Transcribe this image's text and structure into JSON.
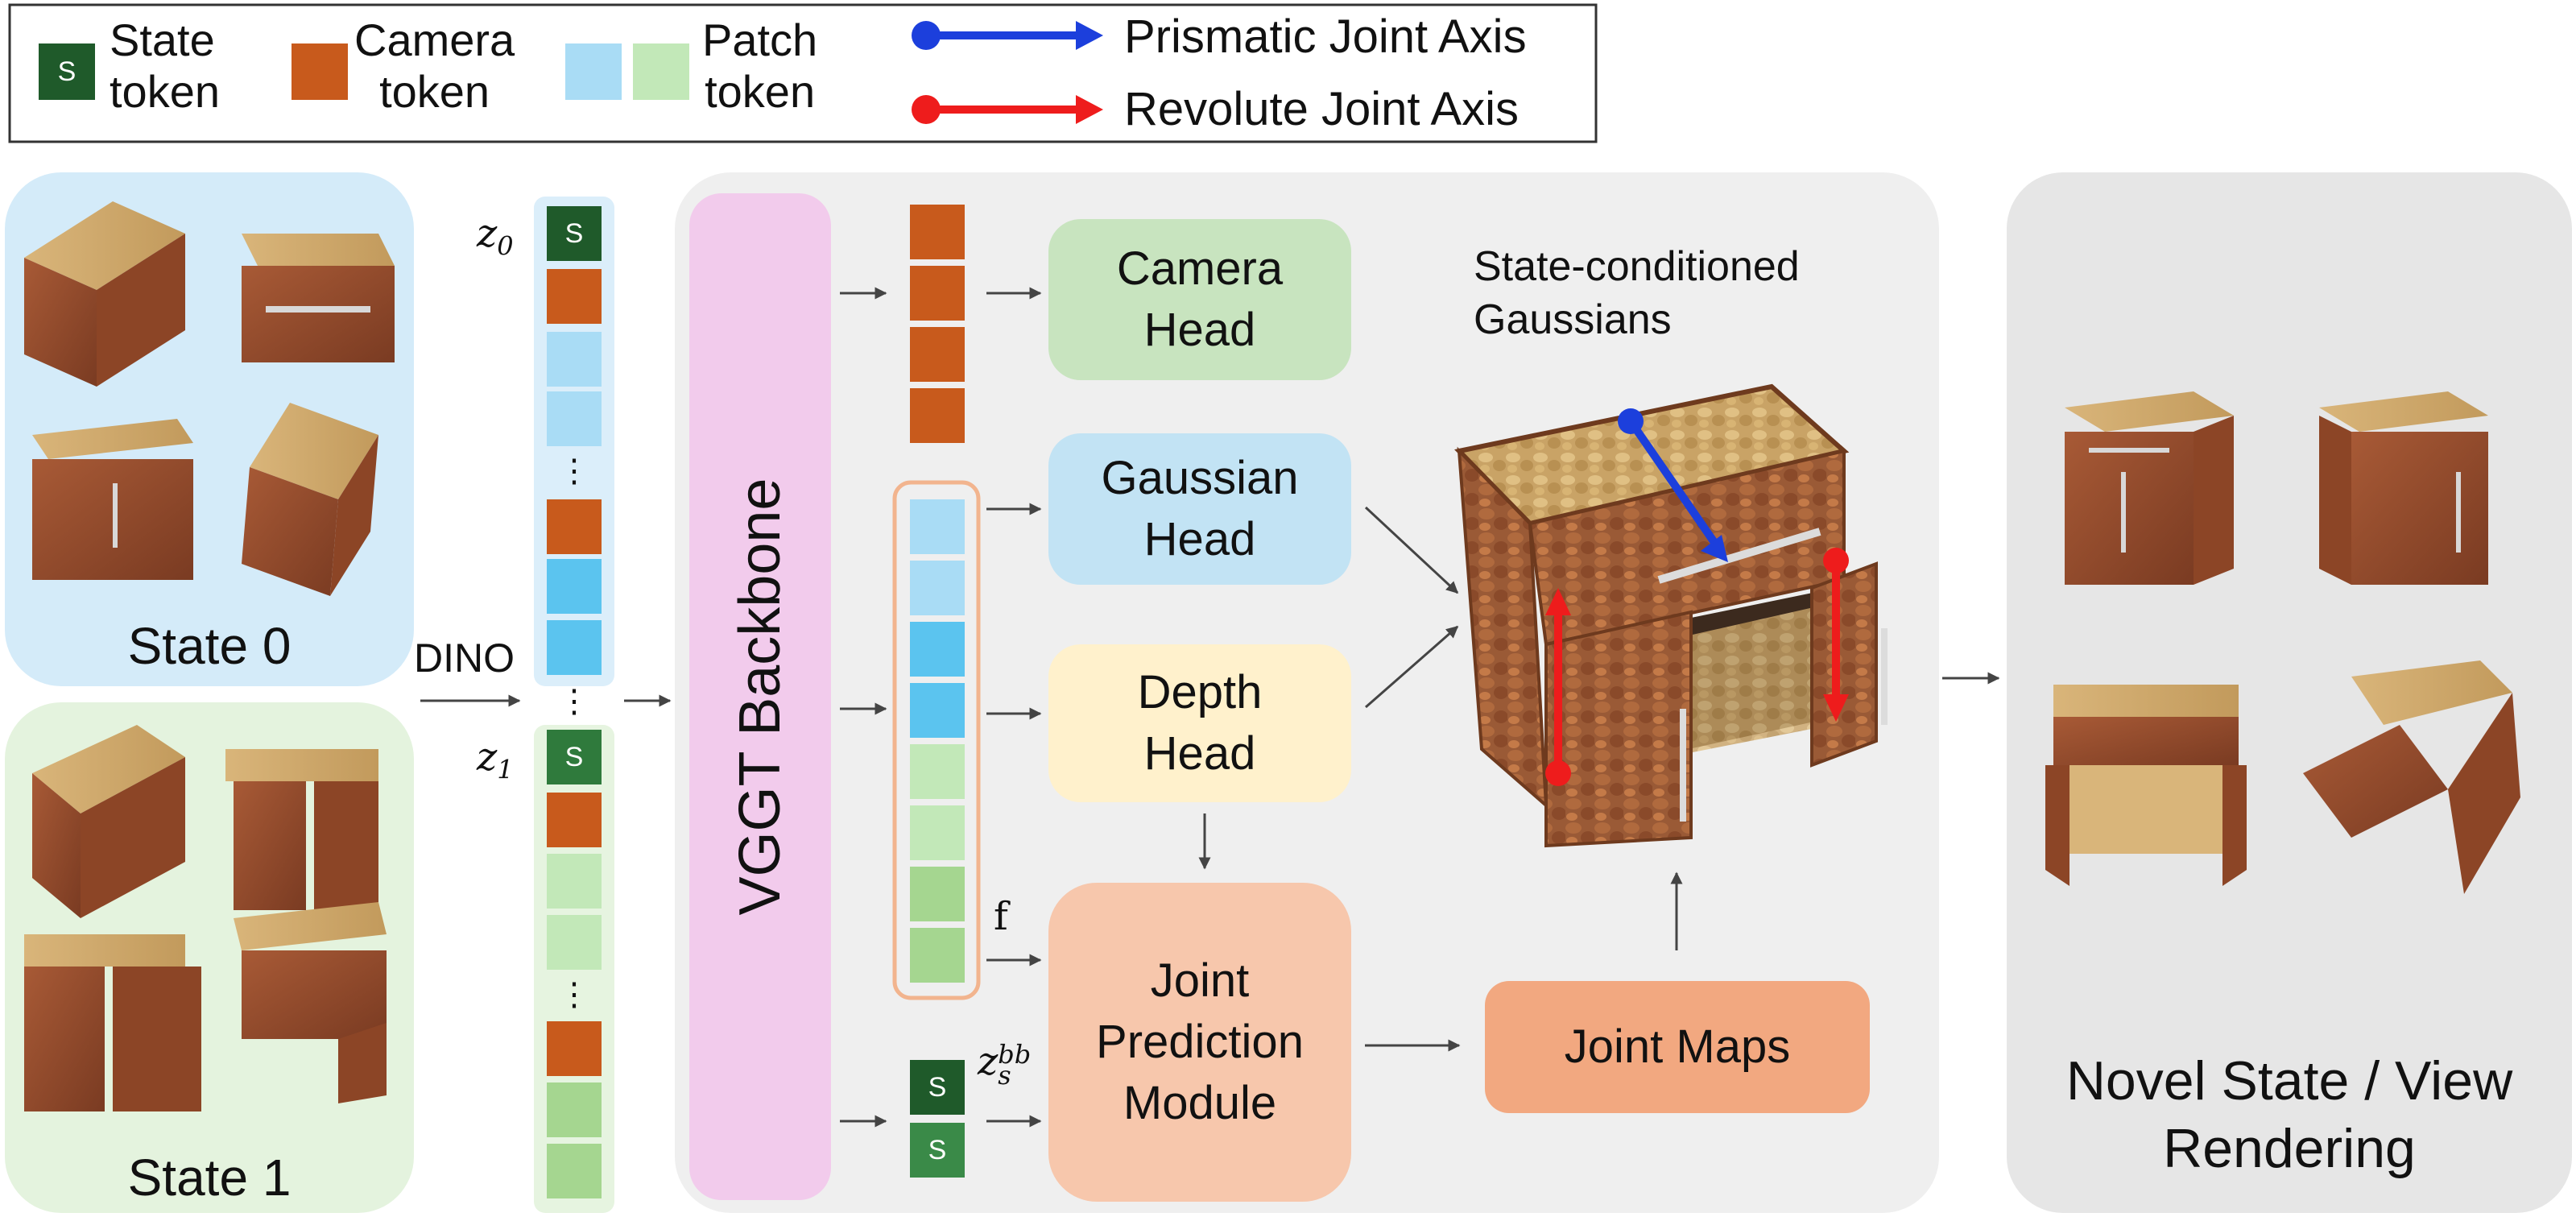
{
  "legend": {
    "state_token_glyph": "S",
    "state_token_label": [
      "State",
      "token"
    ],
    "camera_token_label": [
      "Camera",
      "token"
    ],
    "patch_token_label": [
      "Patch",
      "token"
    ],
    "prismatic_axis_label": "Prismatic Joint Axis",
    "revolute_axis_label": "Revolute Joint Axis"
  },
  "inputs": {
    "state0_label": "State 0",
    "state1_label": "State 1",
    "encoder_label": "DINO"
  },
  "tokens": {
    "z0_base": "z",
    "z0_sub": "0",
    "z1_base": "z",
    "z1_sub": "1",
    "ellipsis": "⋮",
    "state_glyph": "S",
    "f_label": "f",
    "zs_base": "z",
    "zs_sub": "s",
    "zs_sup": "bb"
  },
  "backbone": {
    "label": "VGGT Backbone"
  },
  "heads": {
    "camera": [
      "Camera",
      "Head"
    ],
    "gaussian": [
      "Gaussian",
      "Head"
    ],
    "depth": [
      "Depth",
      "Head"
    ],
    "joint_module": [
      "Joint",
      "Prediction",
      "Module"
    ],
    "joint_maps": "Joint Maps"
  },
  "gaussians": {
    "label": [
      "State-conditioned",
      "Gaussians"
    ]
  },
  "output": {
    "label": [
      "Novel State / View",
      "Rendering"
    ]
  },
  "colors": {
    "state_token": "#1f5a2a",
    "camera_token": "#c85a1c",
    "patch_light_blue": "#a9dcf5",
    "patch_blue": "#5bc4ef",
    "patch_light_green": "#c2e8b8",
    "patch_green": "#a5d690",
    "prismatic": "#1c3fdc",
    "revolute": "#ee1c1c",
    "state0_panel": "#d4ebf9",
    "state1_panel": "#e4f3de",
    "backbone": "#f2cbec",
    "camera_head": "#c8e4bf",
    "gaussian_head": "#c2e3f4",
    "depth_head": "#fff1cc",
    "joint_module": "#f7c7ac",
    "joint_maps": "#f2a880",
    "main_panel": "#efefef",
    "output_panel": "#e6e6e6"
  }
}
